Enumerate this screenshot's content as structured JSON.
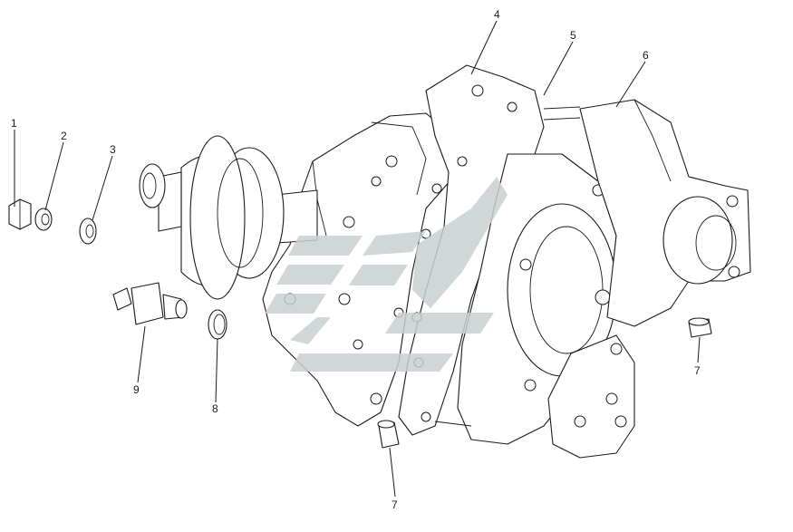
{
  "callouts": [
    {
      "id": "1",
      "text": "1"
    },
    {
      "id": "2",
      "text": "2"
    },
    {
      "id": "3",
      "text": "3"
    },
    {
      "id": "4",
      "text": "4"
    },
    {
      "id": "5",
      "text": "5"
    },
    {
      "id": "6",
      "text": "6"
    },
    {
      "id": "7a",
      "text": "7"
    },
    {
      "id": "7b",
      "text": "7"
    },
    {
      "id": "8",
      "text": "8"
    },
    {
      "id": "9",
      "text": "9"
    }
  ],
  "colors": {
    "line": "#1a1a1a",
    "paper": "#ffffff",
    "watermark": "#c9cfcf"
  },
  "icons": {
    "watermark": "stylized-logo-watermark"
  }
}
